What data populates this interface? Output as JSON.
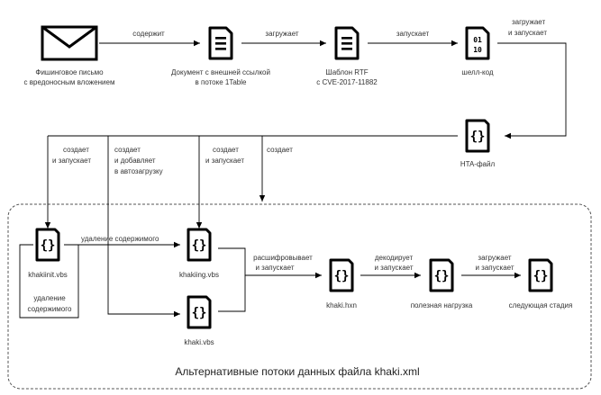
{
  "nodes": {
    "email": {
      "line1": "Фишинговое письмо",
      "line2": "с вредоносным вложением"
    },
    "doc": {
      "line1": "Документ с внешней ссылкой",
      "line2": "в потоке 1Table"
    },
    "rtf": {
      "line1": "Шаблон RTF",
      "line2": "с CVE-2017-11882"
    },
    "shellcode": {
      "label": "шелл-код"
    },
    "hta": {
      "label": "HTA-файл"
    },
    "khakiinit": {
      "label": "khakiinit.vbs"
    },
    "khakiing": {
      "label": "khakiing.vbs"
    },
    "khakivbs": {
      "label": "khaki.vbs"
    },
    "hxn": {
      "label": "khaki.hxn"
    },
    "payload": {
      "label": "полезная нагрузка"
    },
    "next": {
      "label": "следующая стадия"
    }
  },
  "edges": {
    "contains": "содержит",
    "loads": "загружает",
    "launches": "запускает",
    "loads_runs_1": "загружает",
    "loads_runs_2": "и запускает",
    "creates_runs_a1": "создает",
    "creates_runs_a2": "и запускает",
    "creates_adds_1": "создает",
    "creates_adds_2": "и добавляет",
    "creates_adds_3": "в автозагрузку",
    "creates_runs_b1": "создает",
    "creates_runs_b2": "и запускает",
    "creates": "создает",
    "delete_content": "удаление содержимого",
    "delete_content_2a": "удаление",
    "delete_content_2b": "содержимого",
    "decrypt_run_1": "расшифровывает",
    "decrypt_run_2": "и запускает",
    "decode_run_1": "декодирует",
    "decode_run_2": "и запускает",
    "load_run2_1": "загружает",
    "load_run2_2": "и запускает"
  },
  "group": {
    "title": "Альтернативные потоки данных файла khaki.xml"
  },
  "icons": {
    "email": "envelope-icon",
    "doc": "document-icon",
    "rtf": "document-icon",
    "shellcode": "binary-file-icon",
    "script": "curly-braces-file-icon"
  },
  "colors": {
    "stroke": "#000000",
    "text": "#333333",
    "group_border": "#555555"
  }
}
